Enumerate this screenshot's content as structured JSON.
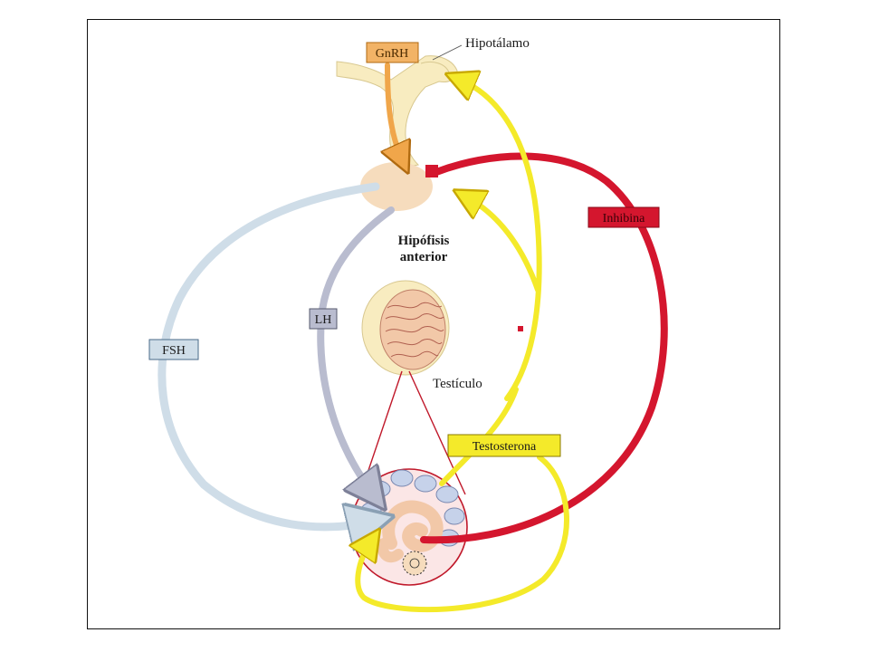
{
  "labels": {
    "gnrh": "GnRH",
    "hipotalamo": "Hipotálamo",
    "hipofisis_line1": "Hipófisis",
    "hipofisis_line2": "anterior",
    "inhibina": "Inhibina",
    "lh": "LH",
    "fsh": "FSH",
    "testiculo": "Testículo",
    "testosterona": "Testosterona"
  },
  "colors": {
    "gnrh": "#f0a64a",
    "gnrh_box": "#f2b366",
    "testosterona": "#f4ea2a",
    "inhibina": "#d4162e",
    "fsh": "#cfdde8",
    "lh": "#b9bccf",
    "tissue": "#f6dcbd",
    "gland": "#f8ecc0"
  }
}
